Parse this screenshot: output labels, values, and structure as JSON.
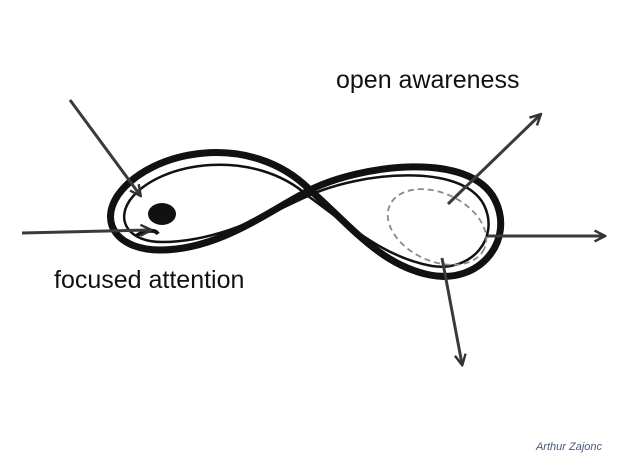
{
  "labels": {
    "open_awareness": "open awareness",
    "focused_attention": "focused attention"
  },
  "credit": "Arthur Zajonc",
  "colors": {
    "ink": "#111111",
    "arrow": "#3a3a3a",
    "dashed_ellipse": "#8a8a8a",
    "credit": "#4a5a78"
  }
}
